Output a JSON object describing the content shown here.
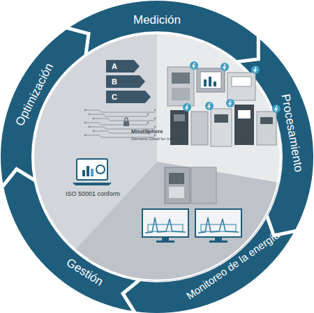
{
  "diagram": {
    "nodes": [
      {
        "text": [
          "Medición"
        ]
      },
      {
        "text": [
          "Procesamiento"
        ]
      },
      {
        "text": [
          "Monitoreo de la energía"
        ]
      },
      {
        "text": [
          "Gestión"
        ]
      },
      {
        "text": [
          "Optimización"
        ]
      }
    ],
    "labels": [
      "A",
      "B",
      "C",
      "MindSphere",
      "Siemens Cloud for Industry",
      "ISO 50001 conform"
    ]
  }
}
